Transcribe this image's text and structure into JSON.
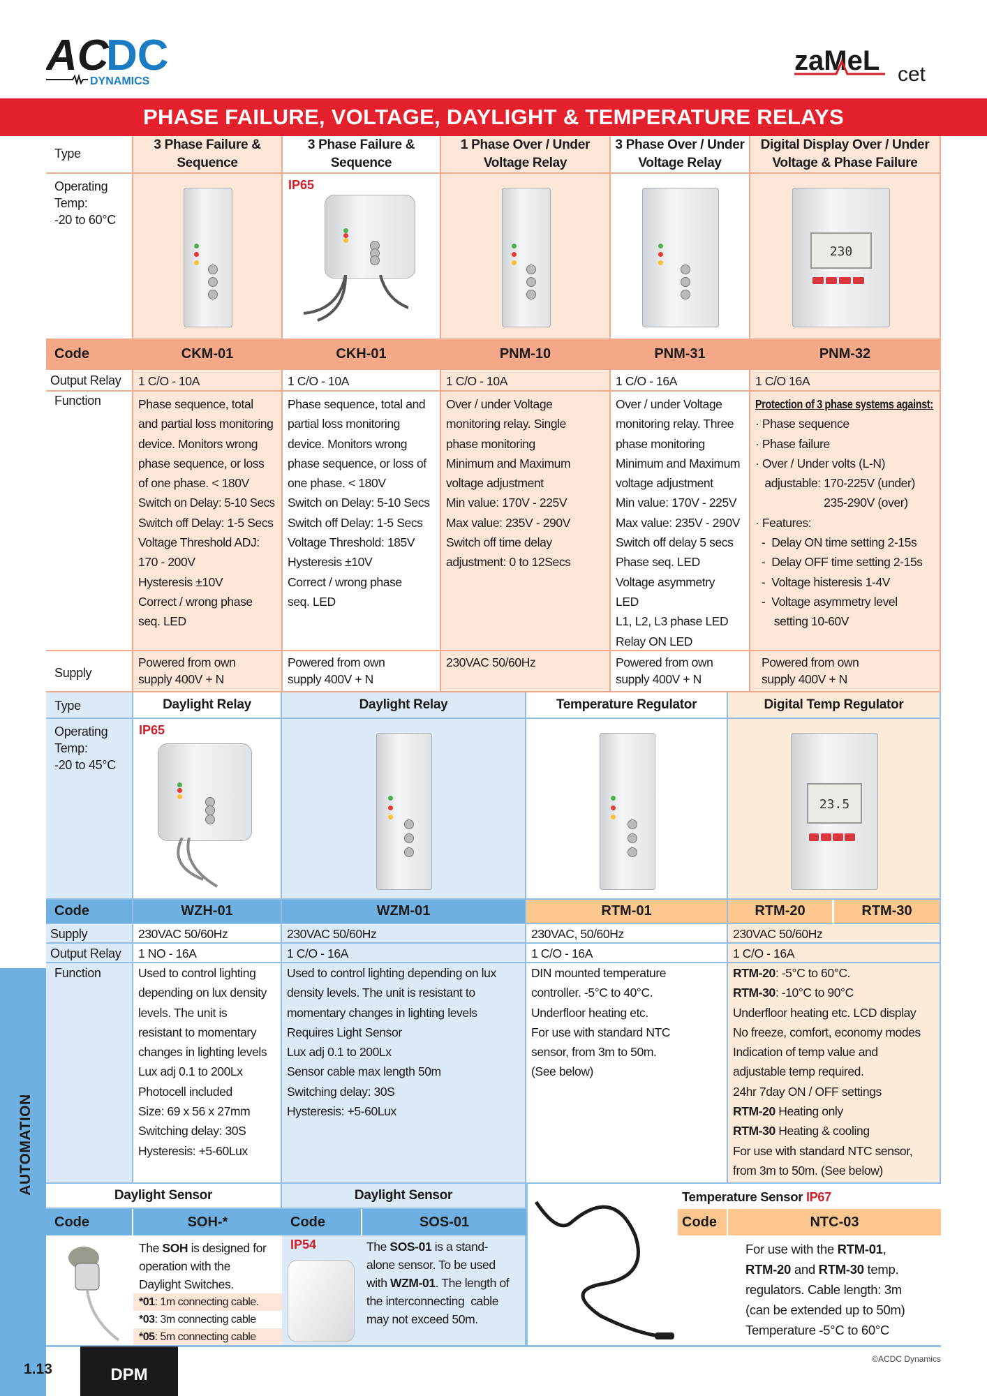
{
  "brand": {
    "left_logo": "ACDC DYNAMICS",
    "right_logo": "zamel cet"
  },
  "banner": "PHASE FAILURE, VOLTAGE, DAYLIGHT & TEMPERATURE RELAYS",
  "colors": {
    "banner": "#e3202b",
    "peach": "#fce6d8",
    "code_orange": "#f4a888",
    "blue": "#6fb0e2",
    "light_blue": "#dce9f6",
    "ip_red": "#d21f2a",
    "side_blue": "#6fb0e2"
  },
  "top": {
    "labels": {
      "type": "Type",
      "op_temp": "Operating\nTemp:\n-20 to 60°C",
      "code": "Code",
      "output": "Output Relay",
      "function": "Function",
      "supply": "Supply"
    },
    "products": [
      {
        "type": "3 Phase Failure &\nSequence",
        "code": "CKM-01",
        "output": "1 C/O - 10A",
        "supply": "Powered from own\nsupply 400V + N",
        "function": [
          "Phase sequence, total",
          "and partial loss monitoring",
          "device. Monitors wrong",
          "phase sequence, or loss",
          "of one phase. < 180V",
          "Switch on Delay: 5-10 Secs",
          "Switch off Delay: 1-5 Secs",
          "Voltage Threshold ADJ:",
          "170 - 200V",
          "Hysteresis ±10V",
          "Correct / wrong phase",
          "seq. LED"
        ]
      },
      {
        "type": "3 Phase Failure &\nSequence",
        "ip": "IP65",
        "code": "CKH-01",
        "output": "1 C/O - 10A",
        "supply": "Powered from own\nsupply 400V + N",
        "function": [
          "Phase sequence, total and",
          "partial loss monitoring",
          "device. Monitors wrong",
          "phase sequence, or loss of",
          "one phase. < 180V",
          "Switch on Delay: 5-10 Secs",
          "Switch off Delay: 1-5 Secs",
          "Voltage Threshold: 185V",
          "Hysteresis ±10V",
          "Correct / wrong phase",
          "seq. LED"
        ]
      },
      {
        "type": "1 Phase Over / Under\nVoltage Relay",
        "code": "PNM-10",
        "output": "1 C/O - 10A",
        "supply": "230VAC 50/60Hz",
        "function": [
          "Over / under Voltage",
          "monitoring relay. Single",
          "phase monitoring",
          "Minimum and Maximum",
          "voltage adjustment",
          "Min value: 170V - 225V",
          "Max value: 235V - 290V",
          "Switch off time delay",
          "adjustment: 0 to 12Secs"
        ]
      },
      {
        "type": "3 Phase Over / Under\nVoltage Relay",
        "code": "PNM-31",
        "output": "1 C/O - 16A",
        "supply": "Powered from own\nsupply 400V + N",
        "function": [
          "Over / under Voltage",
          "monitoring relay. Three",
          "phase monitoring",
          "Minimum and Maximum",
          "voltage adjustment",
          "Min value: 170V - 225V",
          "Max value: 235V - 290V",
          "Switch off delay 5 secs",
          "Phase seq. LED",
          "Voltage asymmetry",
          "LED",
          "L1, L2, L3 phase LED",
          "Relay ON LED"
        ]
      },
      {
        "type": "Digital Display Over / Under\nVoltage & Phase Failure",
        "code": "PNM-32",
        "output": "1 C/O 16A",
        "supply": "Powered from own\nsupply 400V + N",
        "display": "230",
        "function": [
          "__Protection of 3 phase systems against:__",
          "· Phase sequence",
          "· Phase failure",
          "· Over / Under volts (L-N)",
          "   adjustable: 170-225V (under)",
          "                      235-290V (over)",
          "· Features:",
          "  -  Delay ON time setting 2-15s",
          "  -  Delay OFF time setting 2-15s",
          "  -  Voltage histeresis 1-4V",
          "  -  Voltage asymmetry level",
          "      setting 10-60V"
        ]
      }
    ]
  },
  "bottom": {
    "labels": {
      "type": "Type",
      "op_temp": "Operating\nTemp:\n-20 to 45°C",
      "code": "Code",
      "supply": "Supply",
      "output": "Output Relay",
      "function": "Function"
    },
    "products": [
      {
        "type": "Daylight Relay",
        "ip": "IP65",
        "code": "WZH-01",
        "supply": "230VAC 50/60Hz",
        "output": "1 NO - 16A",
        "function": [
          "Used to control lighting",
          "depending on lux density",
          "levels. The unit is",
          "resistant to momentary",
          "changes in lighting levels",
          "Lux adj 0.1 to 200Lx",
          "Photocell included",
          "Size: 69 x 56 x 27mm",
          "Switching delay: 30S",
          "Hysteresis: +5-60Lux"
        ]
      },
      {
        "type": "Daylight Relay",
        "code": "WZM-01",
        "supply": "230VAC 50/60Hz",
        "output": "1 C/O - 16A",
        "function": [
          "Used to control lighting depending on lux",
          "density levels. The unit is resistant to",
          "momentary changes in lighting levels",
          "Requires Light Sensor",
          "Lux adj 0.1 to 200Lx",
          "Sensor cable max length 50m",
          "Switching delay: 30S",
          "Hysteresis: +5-60Lux"
        ]
      },
      {
        "type": "Temperature Regulator",
        "code": "RTM-01",
        "supply": "230VAC, 50/60Hz",
        "output": "1 C/O - 16A",
        "function": [
          "DIN mounted temperature",
          "controller. -5°C to 40°C.",
          "Underfloor heating etc.",
          "For use with standard NTC",
          "sensor, from 3m to 50m.",
          "(See below)"
        ]
      },
      {
        "type": "Digital Temp Regulator",
        "code": "RTM-20",
        "code2": "RTM-30",
        "supply": "230VAC 50/60Hz",
        "output": "1 C/O - 16A",
        "display": "23.5",
        "function": [
          "**RTM-20**: -5°C to 60°C.",
          "**RTM-30**: -10°C to 90°C",
          "Underfloor heating etc. LCD display",
          "No freeze, comfort, economy modes",
          "Indication of temp value and",
          "adjustable temp required.",
          "24hr 7day ON / OFF settings",
          "**RTM-20** Heating only",
          "**RTM-30** Heating & cooling",
          "For use with standard NTC sensor,",
          "from 3m to 50m. (See below)"
        ]
      }
    ]
  },
  "sensors": [
    {
      "title": "Daylight Sensor",
      "code_label": "Code",
      "code": "SOH-*",
      "desc": [
        "The **SOH** is designed for",
        "operation with the",
        "Daylight Switches."
      ],
      "options": [
        "***01**: 1m connecting cable.",
        "***03**: 3m connecting cable",
        "***05**: 5m connecting cable"
      ]
    },
    {
      "title": "Daylight Sensor",
      "code_label": "Code",
      "code": "SOS-01",
      "ip": "IP54",
      "desc": [
        "The **SOS-01** is a stand-",
        "alone sensor. To be used",
        "with **WZM-01**. The length of",
        "the interconnecting  cable",
        "may not exceed 50m."
      ]
    },
    {
      "title": "Temperature Sensor",
      "ip": "IP67",
      "code_label": "Code",
      "code": "NTC-03",
      "desc": [
        "For use with the **RTM-01**,",
        "**RTM-20** and **RTM-30** temp.",
        "regulators. Cable length: 3m",
        "(can be extended up to 50m)",
        "Temperature -5°C to 60°C"
      ]
    }
  ],
  "footer": {
    "section": "AUTOMATION",
    "page": "1.13",
    "badge": "DPM",
    "copyright": "©ACDC Dynamics"
  }
}
